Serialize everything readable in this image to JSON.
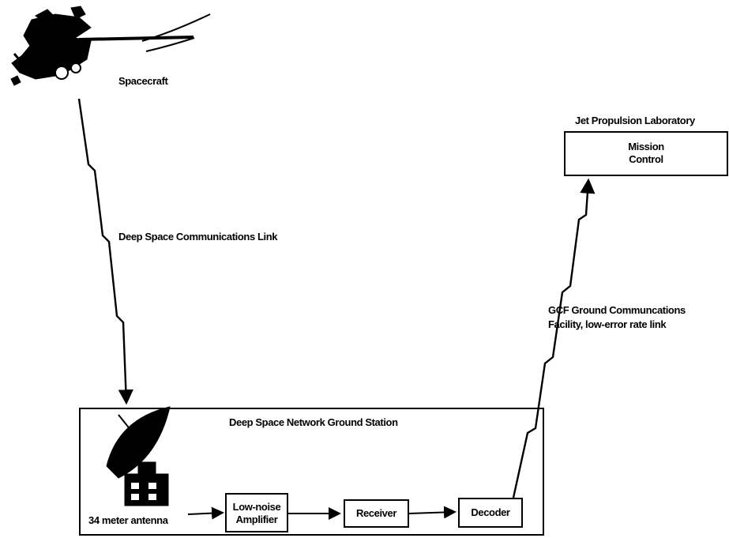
{
  "spacecraft": {
    "label": "Spacecraft",
    "icon": "spacecraft-icon"
  },
  "deep_space_link": {
    "label": "Deep Space Communications Link"
  },
  "jpl": {
    "title": "Jet Propulsion Laboratory",
    "mission_control": [
      "Mission",
      "Control"
    ]
  },
  "gcf_link": {
    "line1": "GCF Ground Communcations",
    "line2": "Facility, low-error rate link"
  },
  "ground_station": {
    "title": "Deep Space Network Ground Station",
    "antenna_label": "34 meter antenna",
    "antenna_icon": "dish-antenna-icon",
    "lna": [
      "Low-noise",
      "Amplifier"
    ],
    "receiver": "Receiver",
    "decoder": "Decoder"
  }
}
